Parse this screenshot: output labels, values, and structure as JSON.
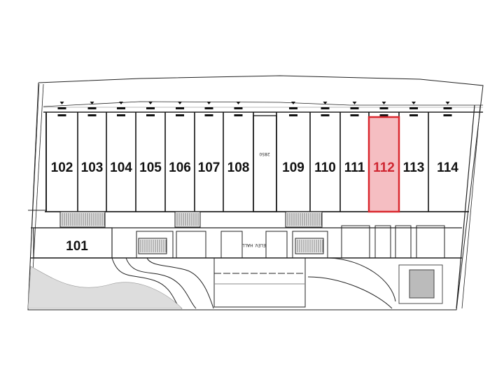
{
  "plan": {
    "highlighted_unit": "112",
    "highlight_color": "#d9282f",
    "highlight_fill": "#f3b3b7",
    "units": [
      {
        "number": "101"
      },
      {
        "number": "102"
      },
      {
        "number": "103"
      },
      {
        "number": "104"
      },
      {
        "number": "105"
      },
      {
        "number": "106"
      },
      {
        "number": "107"
      },
      {
        "number": "108"
      },
      {
        "number": "109"
      },
      {
        "number": "110"
      },
      {
        "number": "111"
      },
      {
        "number": "112"
      },
      {
        "number": "113"
      },
      {
        "number": "114"
      }
    ],
    "elev_hall_label": "ELEV. HALL",
    "dimension_label": "2850"
  }
}
